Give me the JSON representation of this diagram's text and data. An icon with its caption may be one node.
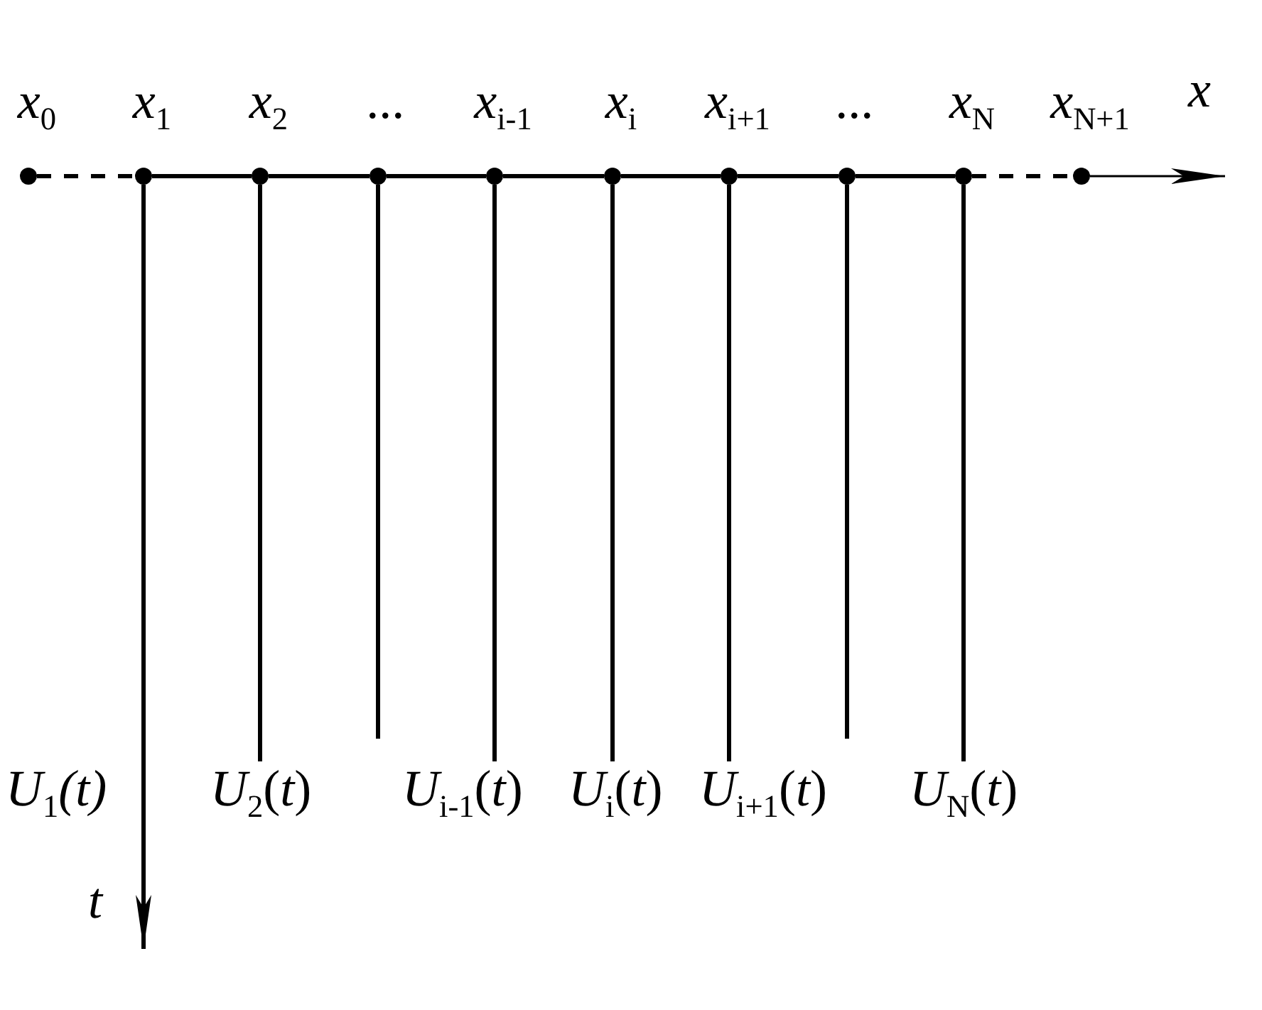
{
  "diagram": {
    "nodes": [
      {
        "text": [],
        "shape": "circle",
        "beside": [
          "x$_{0}$"
        ]
      },
      {
        "text": [],
        "shape": "circle",
        "beside": [
          "x$_{1}$"
        ]
      },
      {
        "text": [],
        "shape": "circle",
        "beside": [
          "x$_{2}$"
        ]
      },
      {
        "text": [],
        "shape": "circle",
        "beside": [
          "..."
        ]
      },
      {
        "text": [],
        "shape": "circle",
        "beside": [
          "x$_{i-1}$"
        ]
      },
      {
        "text": [],
        "shape": "circle",
        "beside": [
          "x$_{i}$"
        ]
      },
      {
        "text": [],
        "shape": "circle",
        "beside": [
          "x$_{i+1}$"
        ]
      },
      {
        "text": [],
        "shape": "circle",
        "beside": [
          "..."
        ]
      },
      {
        "text": [],
        "shape": "circle",
        "beside": [
          "x$_{N}$"
        ]
      },
      {
        "text": [],
        "shape": "circle",
        "beside": [
          "x$_{N+1}$"
        ]
      },
      {
        "text": [
          "*U*$_{2}$(*t*)"
        ]
      },
      {
        "text": [
          "*U*$_{i-1}$(*t*)"
        ]
      },
      {
        "text": [
          "*U*$_{i}$(*t*)"
        ]
      },
      {
        "text": [
          "*U*$_{i+1}$(*t*)"
        ]
      },
      {
        "text": [
          "*U*$_{N}$(*t*)"
        ]
      }
    ],
    "edges": [
      {
        "from": 0,
        "to": 1,
        "arrow": "none",
        "style": "dashed"
      },
      {
        "from": 1,
        "to": 2,
        "arrow": "none"
      },
      {
        "from": 2,
        "to": 3,
        "arrow": "none"
      },
      {
        "from": 3,
        "to": 4,
        "arrow": "none"
      },
      {
        "from": 4,
        "to": 5,
        "arrow": "none"
      },
      {
        "from": 5,
        "to": 6,
        "arrow": "none"
      },
      {
        "from": 6,
        "to": 7,
        "arrow": "none"
      },
      {
        "from": 7,
        "to": 8,
        "arrow": "none"
      },
      {
        "from": 8,
        "to": 9,
        "arrow": "none",
        "style": "dashed"
      },
      {
        "from": 9,
        "to": null,
        "arrow": "to"
      },
      {
        "from": 1,
        "to": null,
        "arrow": "to"
      },
      {
        "from": 2,
        "to": 10,
        "arrow": "none"
      },
      {
        "from": 3,
        "to": null,
        "arrow": "none"
      },
      {
        "from": 4,
        "to": 11,
        "arrow": "none"
      },
      {
        "from": 5,
        "to": 12,
        "arrow": "none"
      },
      {
        "from": 6,
        "to": 13,
        "arrow": "none"
      },
      {
        "from": 7,
        "to": null,
        "arrow": "none"
      },
      {
        "from": 8,
        "to": 14,
        "arrow": "none"
      }
    ],
    "labels": [
      "x",
      "U$_{1}$(*t*)",
      "t"
    ]
  }
}
